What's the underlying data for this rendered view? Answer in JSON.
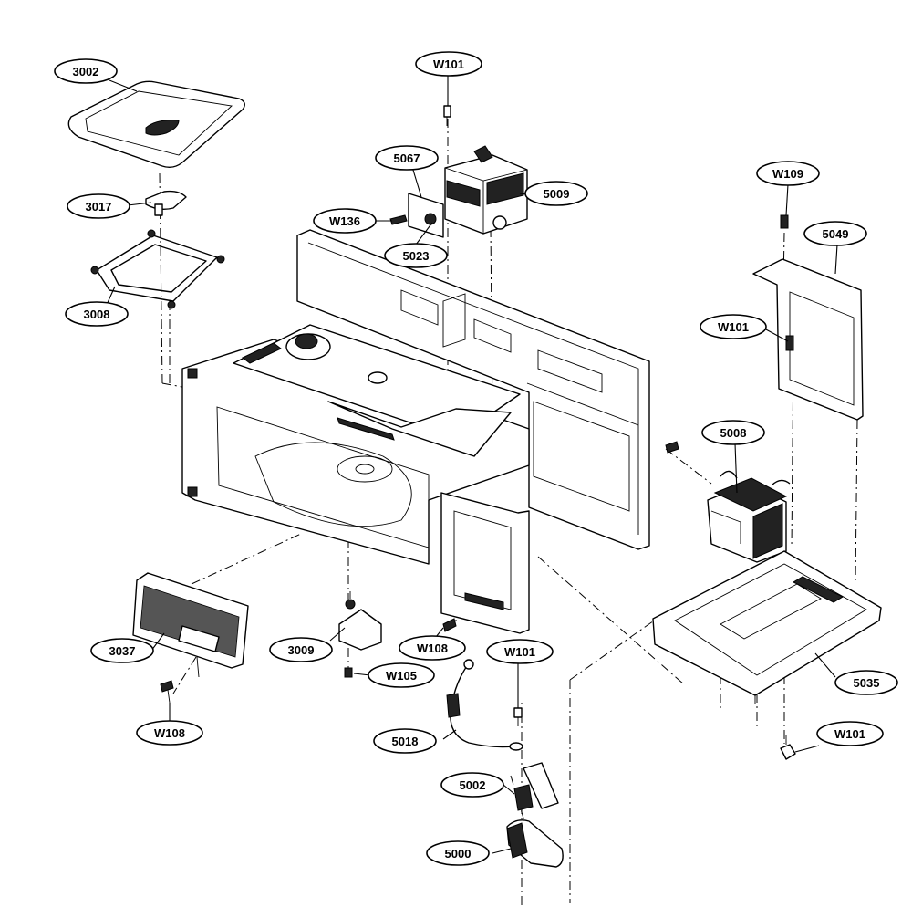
{
  "labels": {
    "p3002": "3002",
    "p3017": "3017",
    "p3008": "3008",
    "pw101_top": "W101",
    "p5067": "5067",
    "p5009": "5009",
    "pw136": "W136",
    "p5023": "5023",
    "pw109": "W109",
    "p5049": "5049",
    "pw101_right": "W101",
    "p5008": "5008",
    "p3037": "3037",
    "p3009": "3009",
    "pw108_mid": "W108",
    "pw105": "W105",
    "pw101_mid": "W101",
    "p5018": "5018",
    "p5035": "5035",
    "pw101_br": "W101",
    "pw108_left": "W108",
    "p5002": "5002",
    "p5000": "5000"
  }
}
